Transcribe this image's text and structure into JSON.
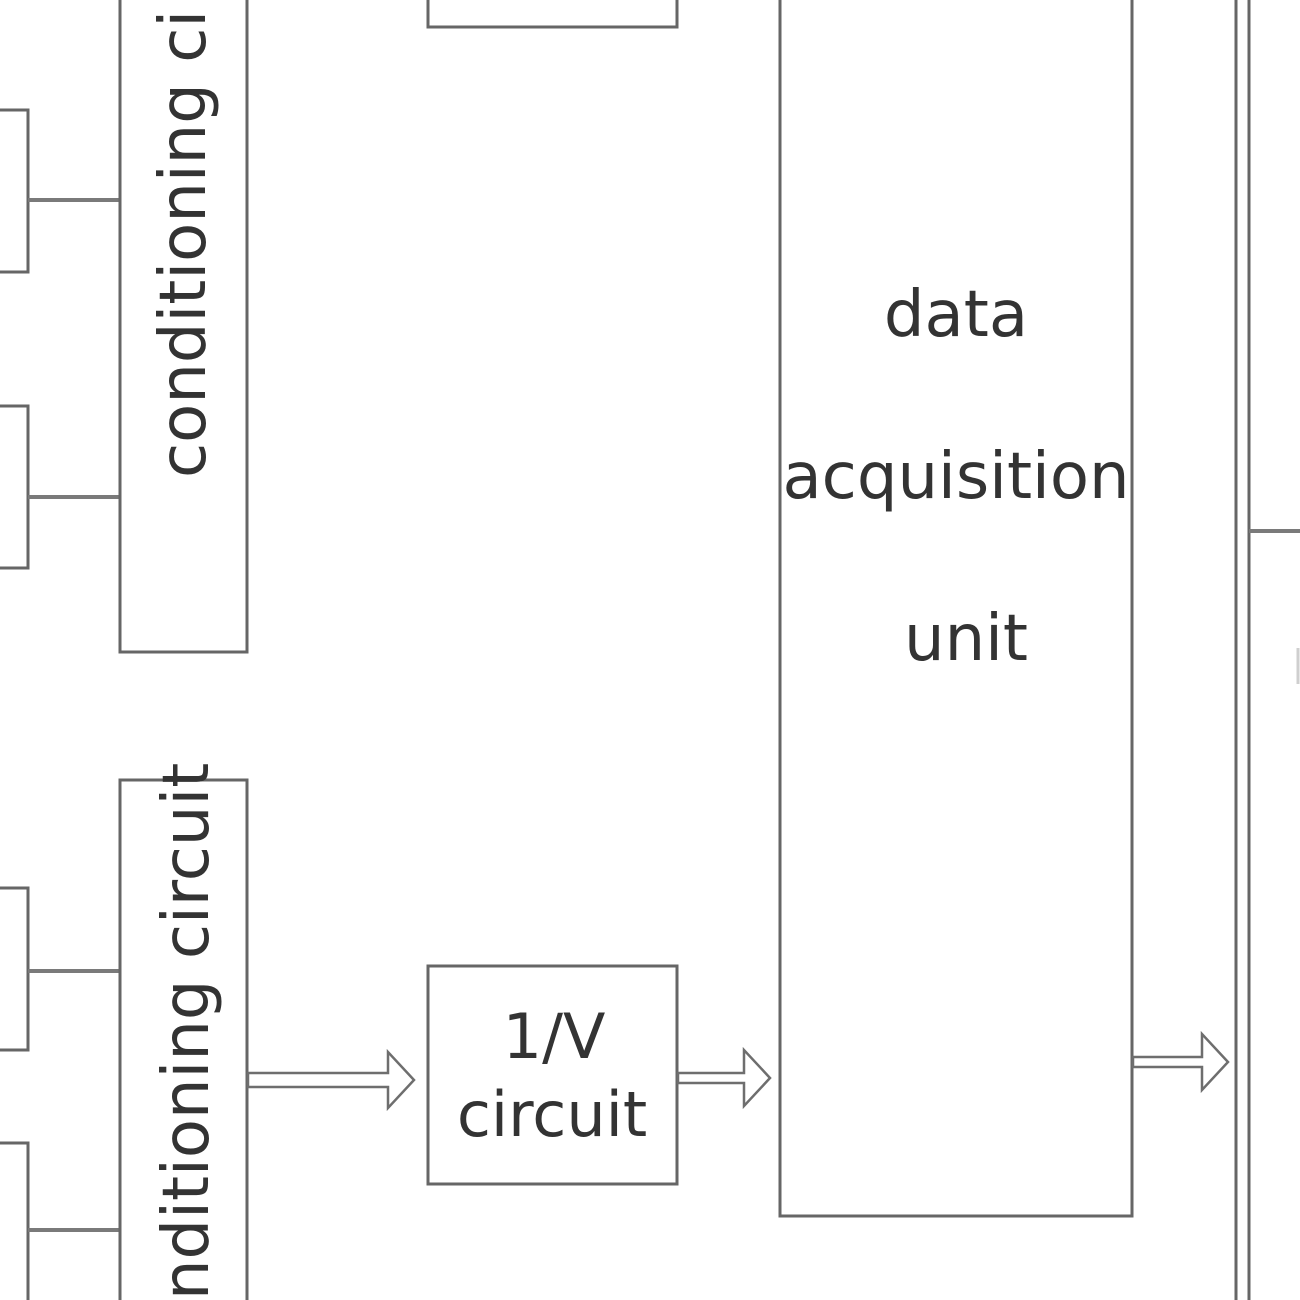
{
  "diagram": {
    "conditioning_circuit_top_label": "conditioning ci",
    "conditioning_circuit_bottom_label": "nditioning circuit",
    "iv_circuit_label_line1": "1/V",
    "iv_circuit_label_line2": "circuit",
    "daq_label_line1": "data",
    "daq_label_line2": "acquisition",
    "daq_label_line3": "unit",
    "colors": {
      "stroke": "#666666",
      "text": "#333333",
      "background": "#ffffff"
    }
  }
}
